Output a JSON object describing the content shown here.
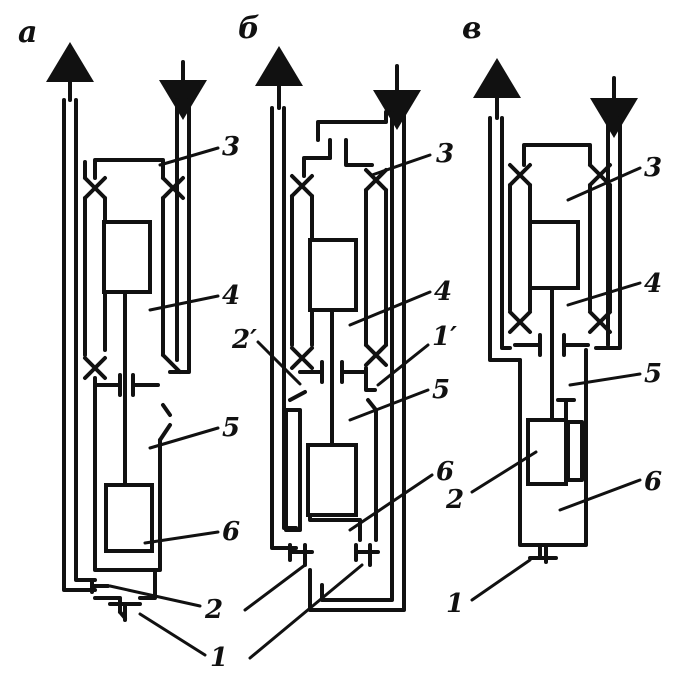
{
  "panels": [
    {
      "letter": "а"
    },
    {
      "letter": "б"
    },
    {
      "letter": "в"
    }
  ],
  "labels": {
    "a": [
      "3",
      "4",
      "5",
      "6",
      "2",
      "1"
    ],
    "b": [
      "3",
      "4",
      "1′",
      "2′",
      "5",
      "6",
      "1"
    ],
    "c": [
      "3",
      "4",
      "5",
      "2",
      "6",
      "1"
    ]
  },
  "colors": {
    "ink": "#111111",
    "paper": "#ffffff"
  }
}
